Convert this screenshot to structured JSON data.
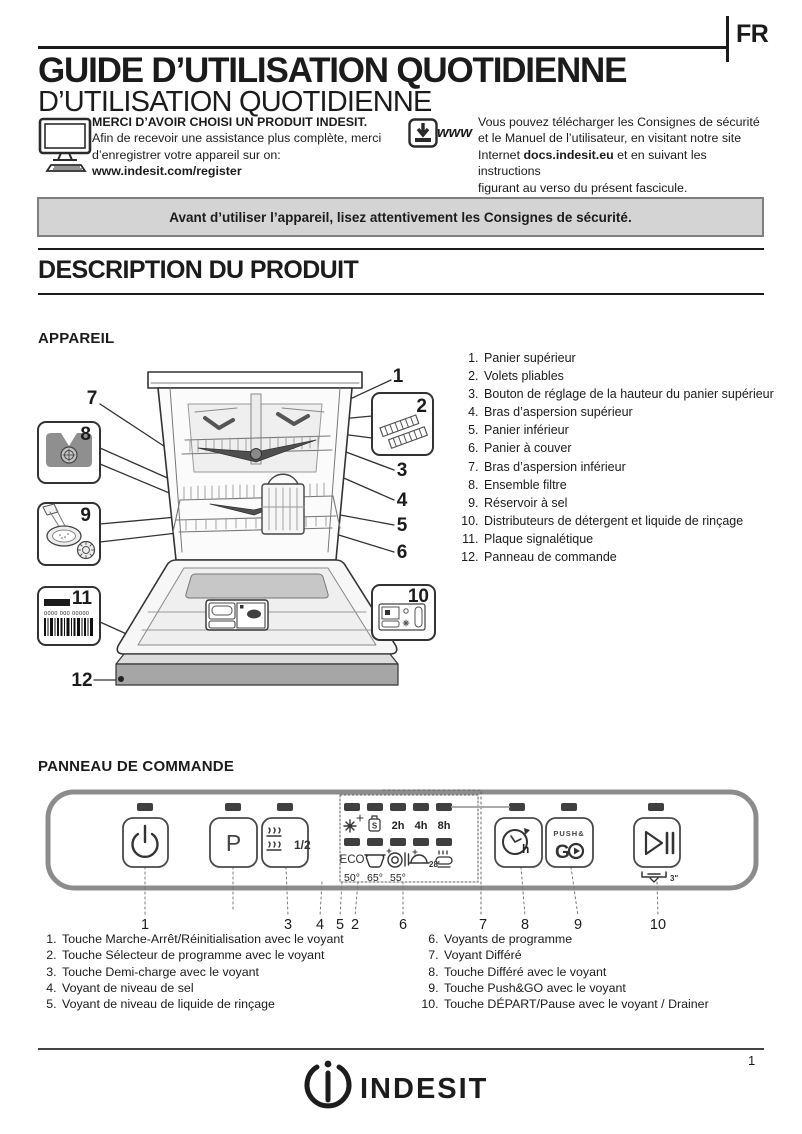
{
  "header": {
    "lang": "FR",
    "title": "GUIDE D’UTILISATION QUOTIDIENNE",
    "subtitle": "D’UTILISATION QUOTIDIENNE",
    "register": {
      "heading": "MERCI D’AVOIR CHOISI UN PRODUIT INDESIT.",
      "body1": "Afin de recevoir une assistance plus complète, merci",
      "body2": "d’enregistrer votre appareil sur on:",
      "url": "www.indesit.com/register"
    },
    "download": {
      "www": "www",
      "line1": "Vous pouvez télécharger les Consignes de sécurité",
      "line2": "et le  Manuel de l’utilisateur, en visitant notre site",
      "line3a": "Internet ",
      "line3b": "docs.indesit.eu",
      "line3c": " et en suivant les instructions",
      "line4": "figurant au verso du présent fascicule."
    }
  },
  "notice": "Avant d’utiliser l’appareil, lisez attentivement les Consignes de sécurité.",
  "description": {
    "title": "DESCRIPTION DU PRODUIT"
  },
  "appareil": {
    "title": "APPAREIL",
    "items": [
      "Panier supérieur",
      "Volets pliables",
      "Bouton de réglage de la hauteur du panier supérieur",
      "Bras d’aspersion supérieur",
      "Panier inférieur",
      "Panier à couver",
      "Bras d’aspersion inférieur",
      "Ensemble filtre",
      "Réservoir à sel",
      "Distributeurs de détergent et liquide de rinçage",
      "Plaque signalétique",
      "Panneau de commande"
    ],
    "callouts": [
      "1",
      "2",
      "3",
      "4",
      "5",
      "6",
      "7",
      "8",
      "9",
      "10",
      "11",
      "12"
    ],
    "plate_digits": "0000 000 00000"
  },
  "panel": {
    "title": "PANNEAU DE COMMANDE",
    "buttons": {
      "program": "P",
      "half_load": "1/2",
      "push_line1": "PUSH&",
      "push_line2": "G",
      "delay_h": "h",
      "drain_time": "3\""
    },
    "programs": {
      "salt_letter": "S",
      "delay_2h": "2h",
      "delay_4h": "4h",
      "delay_8h": "8h",
      "eco": "ECO",
      "quick_min": "28'",
      "temp_1": "50°",
      "temp_2": "65°",
      "temp_3": "55°"
    },
    "numbers": [
      "1",
      "3",
      "4",
      "5",
      "2",
      "6",
      "7",
      "8",
      "9",
      "10"
    ],
    "legend_left": [
      "Touche Marche-Arrêt/Réinitialisation avec le voyant",
      "Touche Sélecteur de programme avec le voyant",
      "Touche Demi-charge avec le voyant",
      "Voyant de niveau de sel",
      "Voyant de niveau de liquide de rinçage"
    ],
    "legend_right": [
      "Voyants de programme",
      "Voyant Différé",
      "Touche Différé avec le voyant",
      "Touche Push&GO avec le voyant",
      "Touche DÉPART/Pause avec le voyant / Drainer"
    ]
  },
  "footer": {
    "page": "1",
    "brand": "INDESIT"
  },
  "colors": {
    "text": "#1b1b1b",
    "banner_bg": "#d4d4d4",
    "banner_border": "#7f7f7f",
    "panel_border": "#8c8c8c",
    "led": "#3f3f3f"
  },
  "icons": {
    "register": "desktop-computer",
    "download": "download-www",
    "power": "power",
    "half_load": "half-load-dishes",
    "prewash": "rinse-star",
    "salt": "salt-bottle",
    "pot": "pots-pans",
    "intensive": "intensive-wash",
    "quick": "quick-28min",
    "delicate": "delicate-dishes",
    "delay": "delay-timer-h",
    "push_go": "push-and-go",
    "start_pause": "start-pause",
    "drain": "drain-3s",
    "brand": "indesit-ring-i"
  }
}
